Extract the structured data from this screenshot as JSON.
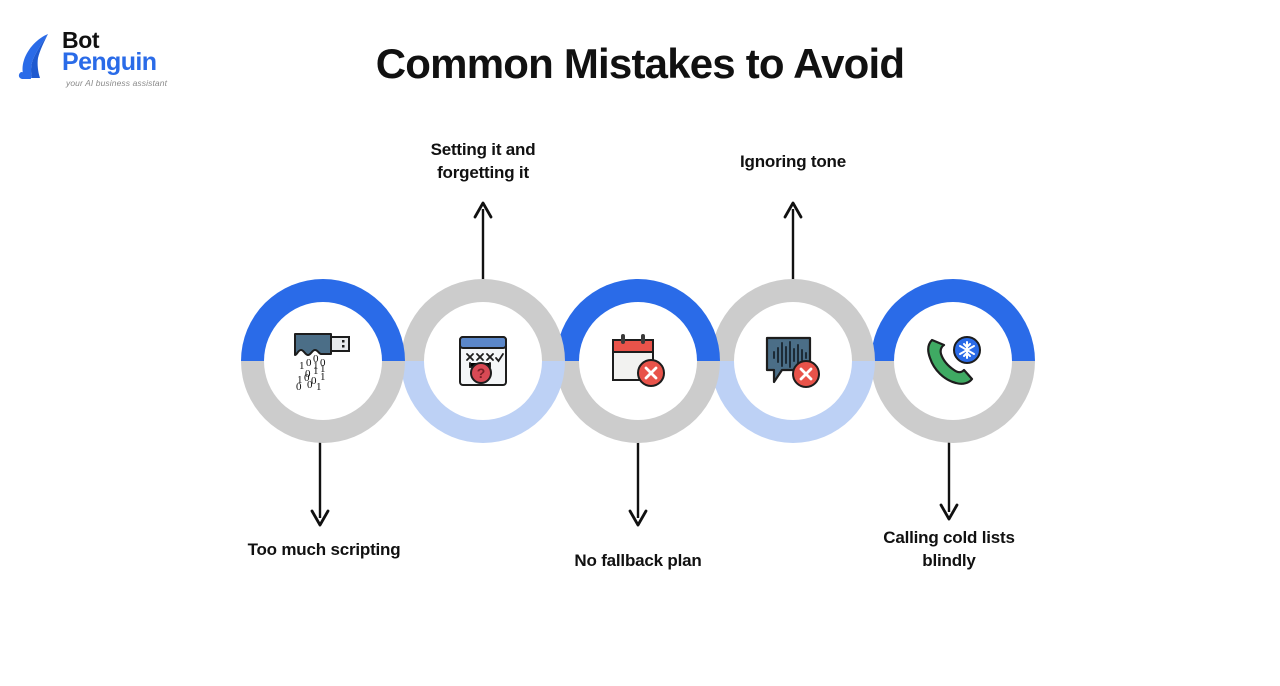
{
  "brand": {
    "name_line1": "Bot",
    "name_line2": "Penguin",
    "tagline": "your AI business assistant",
    "logo_icon": "penguin-icon",
    "primary_color": "#2a6be8",
    "dark_color": "#111111"
  },
  "header": {
    "title": "Common Mistakes to Avoid"
  },
  "colors": {
    "blue": "#2a6be8",
    "light_blue": "#bdd1f5",
    "gray": "#cccccc",
    "white": "#ffffff",
    "text": "#111111",
    "red": "#e8534a",
    "green": "#3faa63"
  },
  "diagram": {
    "type": "linked-circles-timeline",
    "nodes": [
      {
        "id": 1,
        "label": "Too much scripting",
        "label_position": "below",
        "icon": "usb-drive-binary-icon",
        "ring_top_color": "#2a6be8",
        "ring_bottom_color": "#cccccc",
        "connector": "arrow-down"
      },
      {
        "id": 2,
        "label": "Setting it and forgetting it",
        "label_position": "above",
        "icon": "calendar-question-icon",
        "ring_top_color": "#cccccc",
        "ring_bottom_color": "#bdd1f5",
        "connector": "arrow-up"
      },
      {
        "id": 3,
        "label": "No fallback plan",
        "label_position": "below",
        "icon": "calendar-cancel-icon",
        "ring_top_color": "#2a6be8",
        "ring_bottom_color": "#cccccc",
        "connector": "arrow-down"
      },
      {
        "id": 4,
        "label": "Ignoring tone",
        "label_position": "above",
        "icon": "speech-waveform-cancel-icon",
        "ring_top_color": "#cccccc",
        "ring_bottom_color": "#bdd1f5",
        "connector": "arrow-up"
      },
      {
        "id": 5,
        "label": "Calling cold lists blindly",
        "label_position": "below",
        "icon": "phone-snowflake-icon",
        "ring_top_color": "#2a6be8",
        "ring_bottom_color": "#cccccc",
        "connector": "arrow-down"
      }
    ]
  },
  "labels": {
    "setting_forgetting_line1": "Setting it and",
    "setting_forgetting_line2": "forgetting it",
    "ignoring_tone": "Ignoring tone",
    "too_much_scripting": "Too much scripting",
    "no_fallback_plan": "No fallback plan",
    "calling_cold_line1": "Calling cold lists",
    "calling_cold_line2": "blindly"
  }
}
